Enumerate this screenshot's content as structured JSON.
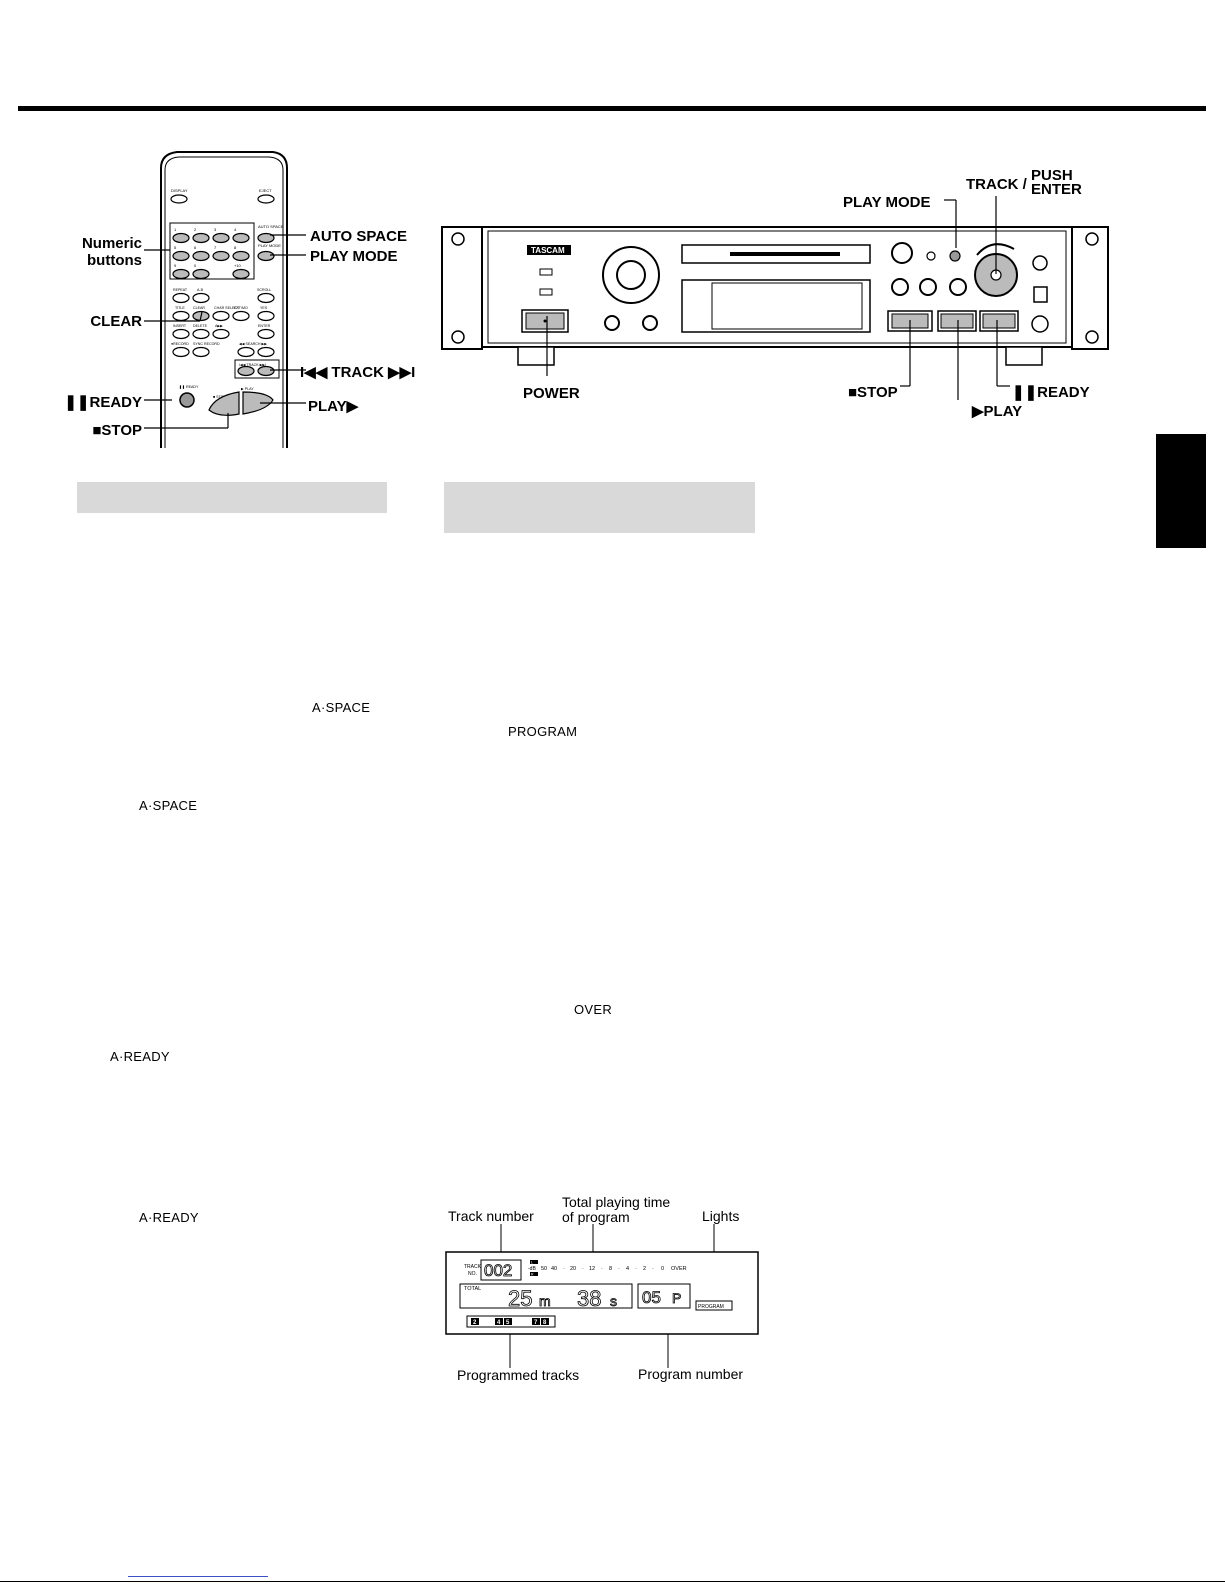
{
  "remote_labels": {
    "numeric": [
      "Numeric",
      "buttons"
    ],
    "auto_space": "AUTO SPACE",
    "play_mode": "PLAY MODE",
    "clear": "CLEAR",
    "track": "I◀◀ TRACK ▶▶I",
    "ready": "❚❚READY",
    "play": "PLAY▶",
    "stop": "■STOP"
  },
  "remote_keys": {
    "display": "DISPLAY",
    "eject": "EJECT",
    "nums": [
      "1",
      "2",
      "3",
      "4",
      "5",
      "6",
      "7",
      "8",
      "9",
      "0",
      "+10"
    ],
    "auto_space": "AUTO SPACE",
    "play_mode": "PLAY MODE",
    "repeat": "REPEAT",
    "ab": "A-B",
    "scroll": "SCROLL",
    "title": "TITLE",
    "clear": "CLEAR",
    "char_select": "CHAR SELECT",
    "ext": "EXT/MO",
    "yes": "YES",
    "insert": "INSERT",
    "delete": "DELETE",
    "a": "A▶▶",
    "enter": "ENTER",
    "record": "●RECORD",
    "sync": "SYNC RECORD",
    "search": "◀◀ SEARCH ▶▶",
    "track_key": "I◀◀ TRACK ▶▶I",
    "ready_key": "❚❚ READY",
    "stop_key": "■ STOP",
    "play_key": "▶ PLAY"
  },
  "deck_labels": {
    "track": "TRACK /",
    "push": "PUSH",
    "enter": "ENTER",
    "play_mode": "PLAY MODE",
    "power": "POWER",
    "stop": "■STOP",
    "play": "▶PLAY",
    "ready": "❚❚READY",
    "brand": "TASCAM"
  },
  "indicators": {
    "a_space_1": "A·SPACE",
    "program": "PROGRAM",
    "a_space_2": "A·SPACE",
    "over": "OVER",
    "a_ready_1": "A·READY",
    "a_ready_2": "A·READY"
  },
  "display_diagram": {
    "caption_track_number": "Track number",
    "caption_total_time": [
      "Total playing time",
      "of program"
    ],
    "caption_lights": "Lights",
    "caption_programmed_tracks": "Programmed tracks",
    "caption_program_number": "Program number",
    "track_label": [
      "TRACK",
      "NO."
    ],
    "track_value": "002",
    "total_label": "TOTAL",
    "minutes": "25",
    "m_unit": "m",
    "seconds": "38",
    "s_unit": "s",
    "program_value": "05",
    "program_unit": "P",
    "program_light": "PROGRAM",
    "meter_scale": [
      "50",
      "40",
      "·",
      "20",
      "·",
      "12",
      "·",
      "8",
      "·",
      "4",
      "·",
      "2",
      "·",
      "0",
      "OVER"
    ],
    "meter_channels": [
      "L",
      "R"
    ],
    "meter_db": "-dB",
    "programmed_tracks": [
      "2",
      "4",
      "5",
      "7",
      "8"
    ]
  }
}
